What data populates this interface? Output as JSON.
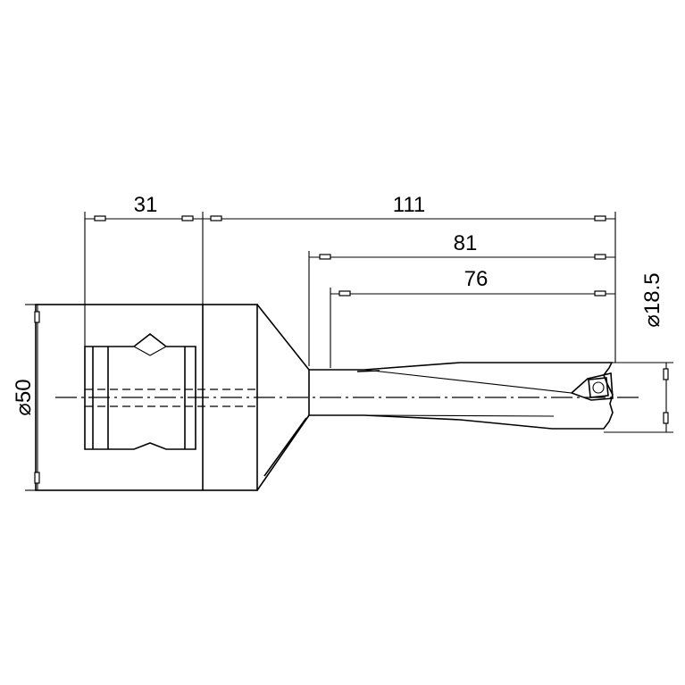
{
  "drawing": {
    "dimensions": {
      "d31": "31",
      "d111": "111",
      "d81": "81",
      "d76": "76",
      "dia50": "⌀50",
      "dia18_5": "⌀18.5"
    }
  }
}
